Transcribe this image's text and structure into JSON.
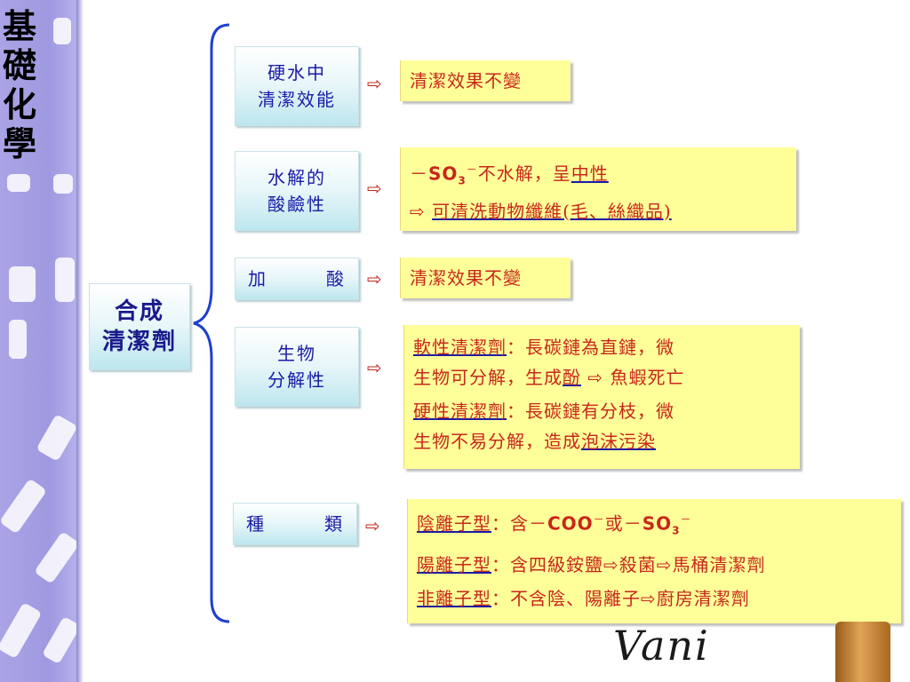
{
  "side_title": "基\n礎\n化\n學",
  "root": {
    "label": "合成\n清潔劑"
  },
  "arrow_symbol": "⇨",
  "nodes": {
    "hard_water": {
      "label": "硬水中\n清潔效能",
      "result": "清潔效果不變"
    },
    "hydrolysis": {
      "label": "水解的\n酸鹼性",
      "line1_dash": "－",
      "line1_formula": "SO",
      "line1_sub": "3",
      "line1_sup": "－",
      "line1_text": "不水解，呈",
      "line1_under": "中性",
      "line2_under": "可清洗動物纖維(毛、絲織品)"
    },
    "acid": {
      "label_left": "加",
      "label_right": "酸",
      "result": "清潔效果不變"
    },
    "bio": {
      "label": "生物\n分解性",
      "soft_term": "軟性清潔劑",
      "soft_text1": "：長碳鏈為直鏈，微",
      "soft_text2": "生物可分解，生成",
      "soft_under": "酚",
      "soft_text3": " 魚蝦死亡",
      "hard_term": "硬性清潔劑",
      "hard_text1": "：長碳鏈有分枝，微",
      "hard_text2": "生物不易分解，造成",
      "hard_under": "泡沫污染"
    },
    "types": {
      "label_left": "種",
      "label_right": "類",
      "anion_term": "陰離子型",
      "anion_text1": "：含－",
      "anion_coo": "COO",
      "anion_sup1": "－",
      "anion_text2": "或－",
      "anion_so": "SO",
      "anion_sub": "3",
      "anion_sup2": "－",
      "cation_term": "陽離子型",
      "cation_text": "：含四級銨鹽",
      "cation_text2": "殺菌",
      "cation_text3": "馬桶清潔劑",
      "nonionic_term": "非離子型",
      "nonionic_text": "：不含陰、陽離子",
      "nonionic_text2": "廚房清潔劑"
    }
  },
  "signature": "Vani",
  "colors": {
    "label_text": "#1a1aa6",
    "result_text": "#c8271b",
    "result_bg": "#ffff99",
    "brace": "#1e3fd0",
    "band": "#a39ee2"
  }
}
